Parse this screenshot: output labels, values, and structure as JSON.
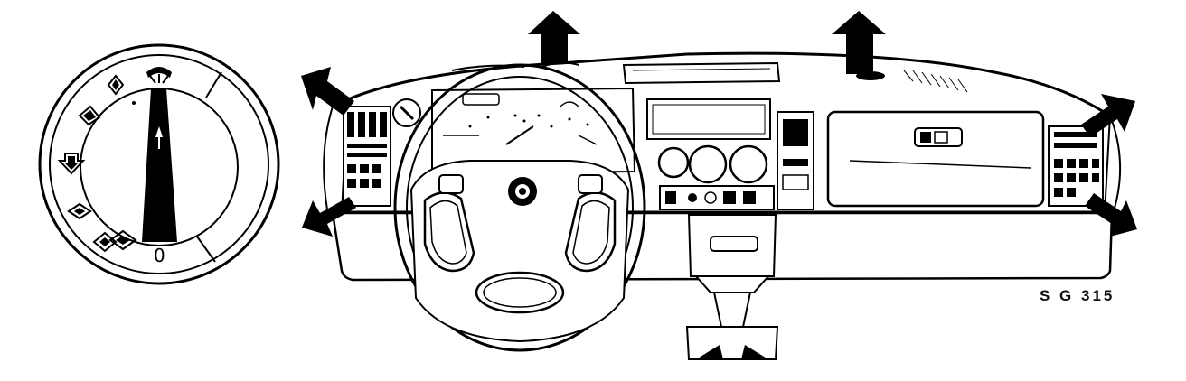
{
  "figure": {
    "reference_code": "S G 315",
    "dial_off_label": "0",
    "ink_color": "#000000",
    "paper_color": "#ffffff"
  },
  "icons": {
    "dial_positions": [
      "defrost-windscreen-icon",
      "face-and-windscreen-icon",
      "face-vent-icon",
      "floor-icon",
      "floor-and-windscreen-icon",
      "floor-and-face-icon",
      "off-position"
    ],
    "airflow_arrows": [
      "arrow-up-left-icon",
      "arrow-up-right-icon",
      "arrow-side-left-upper-icon",
      "arrow-side-left-lower-icon",
      "arrow-side-right-upper-icon",
      "arrow-side-right-lower-icon"
    ]
  }
}
